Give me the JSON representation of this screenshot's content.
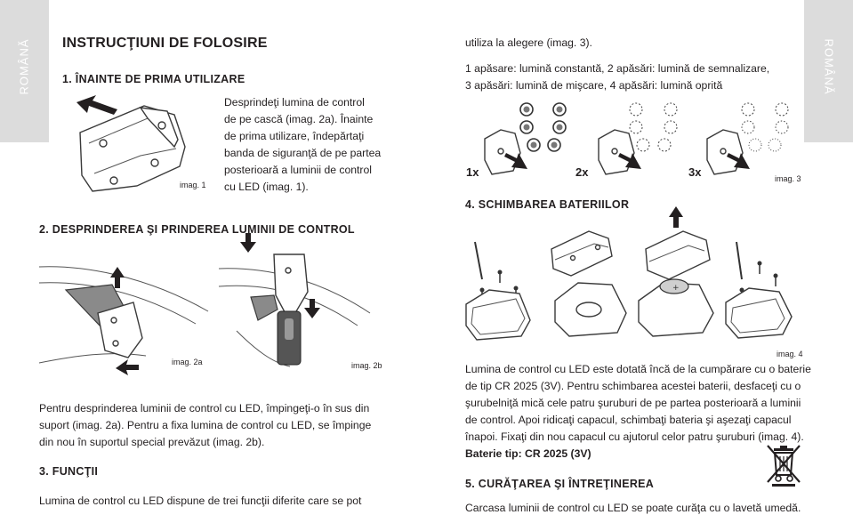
{
  "side_label": "ROMÂNĂ",
  "title": "INSTRUCŢIUNI DE FOLOSIRE",
  "section1": {
    "heading": "1. ÎNAINTE DE PRIMA UTILIZARE",
    "lines": [
      "Desprindeţi lumina de control",
      "de pe cască (imag. 2a). Înainte",
      "de prima utilizare, îndepărtaţi",
      "banda de siguranţă de pe partea",
      "posterioară a luminii de control",
      "cu LED (imag. 1)."
    ],
    "caption": "imag. 1"
  },
  "section2": {
    "heading": "2. DESPRINDEREA ŞI PRINDEREA LUMINII DE CONTROL",
    "caption_a": "imag. 2a",
    "caption_b": "imag. 2b",
    "lines": [
      "Pentru desprinderea luminii de control cu LED, împingeţi-o în sus din",
      "suport (imag. 2a). Pentru a fixa lumina de control cu LED, se împinge",
      "din nou în suportul special prevăzut (imag. 2b)."
    ]
  },
  "section3": {
    "heading": "3. FUNCŢII",
    "lines": [
      "Lumina de control cu LED dispune de trei funcţii diferite care se pot"
    ]
  },
  "right_top": {
    "lines": [
      "utiliza la alegere (imag. 3).",
      "1 apăsare: lumină constantă, 2 apăsări: lumină de semnalizare,",
      "3 apăsări: lumină de mişcare, 4 apăsări: lumină oprită"
    ],
    "press_labels": [
      "1x",
      "2x",
      "3x"
    ],
    "caption": "imag. 3"
  },
  "section4": {
    "heading": "4. SCHIMBAREA BATERIILOR",
    "caption": "imag. 4",
    "lines": [
      "Lumina de control cu LED este dotată încă de la cumpărare cu o baterie",
      "de tip CR 2025 (3V). Pentru schimbarea acestei baterii, desfaceţi cu o",
      "şurubelniţă mică cele patru şuruburi de pe partea posterioară a luminii",
      "de control. Apoi ridicaţi capacul, schimbaţi bateria şi aşezaţi capacul",
      "înapoi. Fixaţi din nou capacul cu ajutorul celor patru şuruburi (imag. 4)."
    ],
    "battery_type": "Baterie tip: CR 2025 (3V)"
  },
  "section5": {
    "heading": "5. CURĂŢAREA ŞI ÎNTREŢINEREA",
    "lines": [
      "Carcasa luminii de control cu LED se poate curăţa cu o lavetă umedă."
    ]
  },
  "icons": [
    "weee-crossed-bin-icon",
    "arrow-icon",
    "led-pattern-icon",
    "screw-icon",
    "screwdriver-icon"
  ]
}
